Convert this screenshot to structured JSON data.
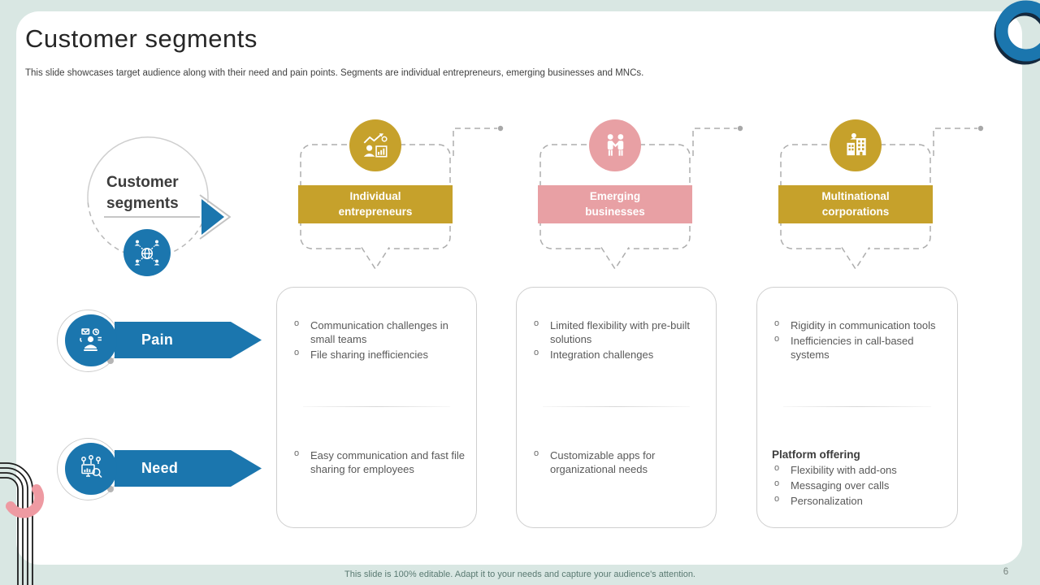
{
  "slide": {
    "title": "Customer segments",
    "subtitle": "This slide showcases target audience along with their need and pain points. Segments are individual entrepreneurs, emerging businesses and MNCs.",
    "footer_note": "This slide is 100% editable. Adapt it to your needs and capture your audience's attention.",
    "page_number": "6"
  },
  "hub": {
    "label": "Customer segments",
    "icon": "network-people-icon"
  },
  "row_labels": {
    "pain": "Pain",
    "need": "Need"
  },
  "columns": [
    {
      "title": "Individual entrepreneurs",
      "icon": "entrepreneur-growth-icon",
      "accent": "#c6a12b",
      "pain": [
        "Communication challenges in small teams",
        "File sharing inefficiencies"
      ],
      "need": [
        "Easy communication and fast file sharing for employees"
      ]
    },
    {
      "title": "Emerging businesses",
      "icon": "handshake-icon",
      "accent": "#e8a0a4",
      "pain": [
        "Limited flexibility  with pre-built solutions",
        "Integration  challenges"
      ],
      "need": [
        "Customizable apps for organizational needs"
      ]
    },
    {
      "title": "Multinational corporations",
      "icon": "corporate-building-icon",
      "accent": "#c6a12b",
      "pain": [
        "Rigidity in communication tools",
        "Inefficiencies in call-based systems"
      ],
      "need_heading": "Platform offering",
      "need": [
        "Flexibility  with add-ons",
        "Messaging over calls",
        "Personalization"
      ]
    }
  ],
  "colors": {
    "background": "#d9e7e3",
    "card": "#ffffff",
    "accent_blue": "#1b76ae",
    "accent_gold": "#c6a12b",
    "accent_pink": "#e8a0a4",
    "body_text": "#595959"
  }
}
